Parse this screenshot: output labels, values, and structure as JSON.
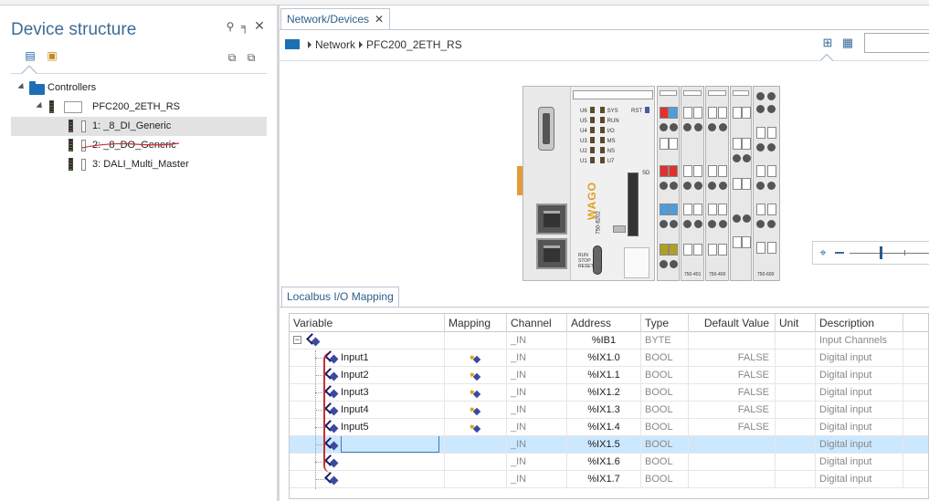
{
  "left_panel": {
    "title": "Device structure",
    "tree": {
      "controllers_label": "Controllers",
      "device_label": "PFC200_2ETH_RS",
      "modules": [
        {
          "label": "1: _8_DI_Generic"
        },
        {
          "label": "2: _8_DO_Generic"
        },
        {
          "label": "3: DALI_Multi_Master"
        }
      ]
    }
  },
  "right_panel": {
    "doc_tab_label": "Network/Devices",
    "breadcrumb": {
      "root": "Network",
      "device": "PFC200_2ETH_RS"
    },
    "bottom_tab_label": "Localbus I/O Mapping"
  },
  "grid": {
    "columns": [
      "Variable",
      "Mapping",
      "Channel",
      "Address",
      "Type",
      "Default Value",
      "Unit",
      "Description"
    ],
    "rows": [
      {
        "variable": "",
        "mapped": false,
        "channel": "_IN",
        "address": "%IB1",
        "type": "BYTE",
        "default": "",
        "unit": "",
        "description": "Input Channels"
      },
      {
        "variable": "Input1",
        "mapped": true,
        "channel": "_IN",
        "address": "%IX1.0",
        "type": "BOOL",
        "default": "FALSE",
        "unit": "",
        "description": "Digital input"
      },
      {
        "variable": "Input2",
        "mapped": true,
        "channel": "_IN",
        "address": "%IX1.1",
        "type": "BOOL",
        "default": "FALSE",
        "unit": "",
        "description": "Digital input"
      },
      {
        "variable": "Input3",
        "mapped": true,
        "channel": "_IN",
        "address": "%IX1.2",
        "type": "BOOL",
        "default": "FALSE",
        "unit": "",
        "description": "Digital input"
      },
      {
        "variable": "Input4",
        "mapped": true,
        "channel": "_IN",
        "address": "%IX1.3",
        "type": "BOOL",
        "default": "FALSE",
        "unit": "",
        "description": "Digital input"
      },
      {
        "variable": "Input5",
        "mapped": true,
        "channel": "_IN",
        "address": "%IX1.4",
        "type": "BOOL",
        "default": "FALSE",
        "unit": "",
        "description": "Digital input"
      },
      {
        "variable": "",
        "mapped": false,
        "channel": "_IN",
        "address": "%IX1.5",
        "type": "BOOL",
        "default": "",
        "unit": "",
        "description": "Digital input"
      },
      {
        "variable": "",
        "mapped": false,
        "channel": "_IN",
        "address": "%IX1.6",
        "type": "BOOL",
        "default": "",
        "unit": "",
        "description": "Digital input"
      },
      {
        "variable": "",
        "mapped": false,
        "channel": "_IN",
        "address": "%IX1.7",
        "type": "BOOL",
        "default": "",
        "unit": "",
        "description": "Digital input"
      }
    ]
  },
  "device_image": {
    "brand": "WAGO",
    "model": "750-8202",
    "sd_label": "SD",
    "led_labels_left": [
      "U6",
      "U5",
      "U4",
      "U3",
      "U2",
      "U1"
    ],
    "led_labels_right": [
      "SYS",
      "RUN",
      "I/O",
      "MS",
      "NS",
      "U7"
    ],
    "rst_label": "RST",
    "switch_label": "RUN STOP RESET",
    "module_labels": [
      "750-401",
      "750-400",
      "750-600"
    ]
  },
  "colors": {
    "accent": "#3c6c95",
    "selection": "#cce8ff",
    "folder": "#1c6fb4"
  }
}
